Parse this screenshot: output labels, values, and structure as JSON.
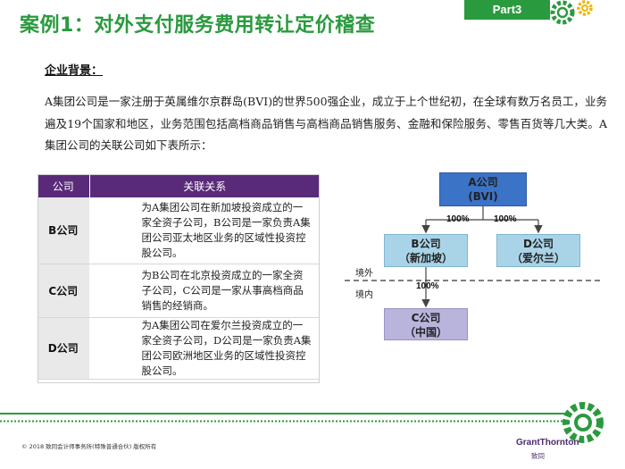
{
  "header": {
    "title": "案例1：对外支付服务费用转让定价稽查",
    "part": "Part3"
  },
  "background": {
    "heading": "企业背景：",
    "text": "A集团公司是一家注册于英属维尔京群岛(BVI)的世界500强企业，成立于上个世纪初，在全球有数万名员工，业务遍及19个国家和地区，业务范围包括高档商品销售与高档商品销售服务、金融和保险服务、零售百货等几大类。A集团公司的关联公司如下表所示："
  },
  "table": {
    "headers": [
      "公司",
      "关联关系"
    ],
    "rows": [
      {
        "company": "B公司",
        "relation": "为A集团公司在新加坡投资成立的一家全资子公司，B公司是一家负责A集团公司亚太地区业务的区域性投资控股公司。"
      },
      {
        "company": "C公司",
        "relation": "为B公司在北京投资成立的一家全资子公司，C公司是一家从事高档商品销售的经销商。"
      },
      {
        "company": "D公司",
        "relation": "为A集团公司在爱尔兰投资成立的一家全资子公司，D公司是一家负责A集团公司欧洲地区业务的区域性投资控股公司。"
      }
    ]
  },
  "org_chart": {
    "a": {
      "name": "A公司",
      "place": "(BVI)"
    },
    "b": {
      "name": "B公司",
      "place": "（新加坡）"
    },
    "d": {
      "name": "D公司",
      "place": "（爱尔兰）"
    },
    "c": {
      "name": "C公司",
      "place": "（中国）"
    },
    "pct_ab": "100%",
    "pct_ad": "100%",
    "pct_bc": "100%",
    "outside_label": "境外",
    "inside_label": "境内"
  },
  "footer": {
    "copyright": "© 2018 致同会计师事务所(特殊普通合伙) 版权所有",
    "logo": "GrantThornton",
    "logo_cn": "致同"
  },
  "colors": {
    "brand_green": "#2a9a3e",
    "header_purple": "#5a2a7a",
    "box_a": "#3b73c7",
    "box_bd": "#a9d4e8",
    "box_c": "#b8b4dc"
  }
}
